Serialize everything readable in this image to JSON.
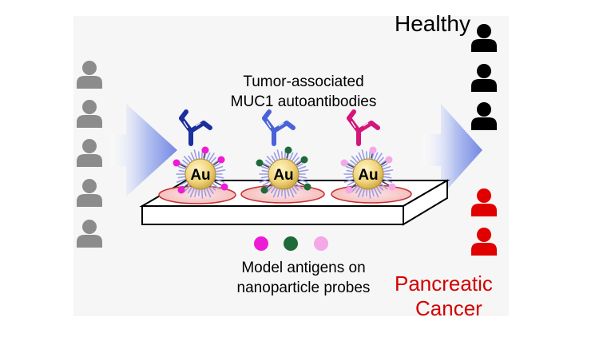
{
  "labels": {
    "healthy": "Healthy",
    "pancreatic": "Pancreatic",
    "cancer": "Cancer",
    "tumor_line1": "Tumor-associated",
    "tumor_line2": "MUC1 autoantibodies",
    "antigen_line1": "Model antigens on",
    "antigen_line2": "nanoparticle probes",
    "au": "Au"
  },
  "colors": {
    "background_panel": "#f6f6f6",
    "person_gray": "#8c8c8c",
    "person_black": "#000000",
    "person_red": "#e00000",
    "arrow_blue": "#7f94e6",
    "antibody_navy": "#1c2f9e",
    "antibody_blue": "#4a62d8",
    "antibody_magenta": "#d4157a",
    "antigen_magenta": "#ee1bd6",
    "antigen_green": "#1e6a38",
    "antigen_pink": "#f4a8e8",
    "gold": "#f4dd8c",
    "well_pink": "#f8d0d0"
  },
  "groups": {
    "unlabeled_people_count": 5,
    "healthy_count": 3,
    "cancer_count": 2
  },
  "icons": [
    "person-icon",
    "antibody-icon",
    "gold-nanoparticle-icon",
    "antigen-dot-icon",
    "arrow-icon"
  ]
}
